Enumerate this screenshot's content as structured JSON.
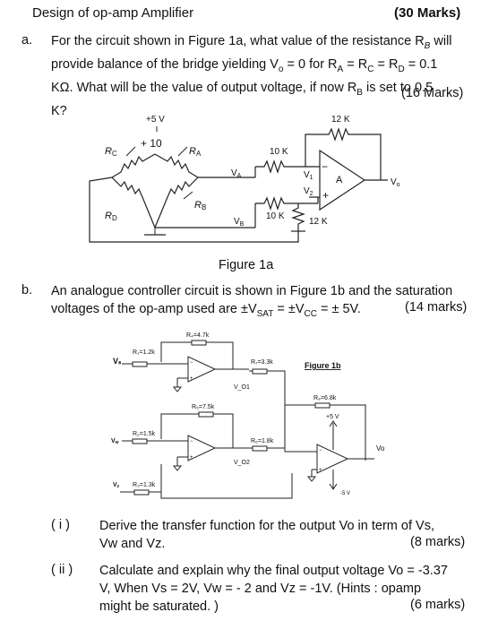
{
  "header": {
    "title": "Design of op-amp Amplifier",
    "marks": "(30 Marks)"
  },
  "part_a": {
    "label": "a.",
    "lines": [
      "For the circuit shown in Figure 1a, what value of the resistance R",
      "provide balance of the bridge yielding V",
      "KΩ. What will be the value of output voltage, if now R",
      "K?"
    ],
    "line1_end": " will",
    "line1_sub": "B",
    "line2_mid": " = 0 for R",
    "line2_eq": " = R",
    "line2_eq2": " = R",
    "line2_end": " = 0.1",
    "line2_sub_o": "o",
    "line2_sub_a": "A",
    "line2_sub_c": "C",
    "line2_sub_d": "D",
    "line3_sub": "B",
    "line3_end": " is set to 0.5",
    "marks": "(16 Marks)"
  },
  "figure1a": {
    "caption": "Figure 1a",
    "supply": "+5 V",
    "delta": "+ 10",
    "rc": "R",
    "rc_sub": "C",
    "ra": "R",
    "ra_sub": "A",
    "rd": "R",
    "rd_sub": "D",
    "rb": "R",
    "rb_sub": "B",
    "va": "V",
    "va_sub": "A",
    "vb": "V",
    "vb_sub": "B",
    "r10k_top": "10 K",
    "r10k_bot": "10 K",
    "r12k_top": "12 K",
    "r12k_bot": "12 K",
    "v1": "V",
    "v1_sub": "1",
    "v2": "V",
    "v2_sub": "2",
    "amp": "A",
    "minus": "−",
    "plus": "+",
    "vo": "V",
    "vo_sub": "o"
  },
  "part_b": {
    "label": "b.",
    "line1": "An analogue controller circuit is shown in Figure 1b and the saturation",
    "line2_a": "voltages of the op-amp used are ±V",
    "line2_sub1": "SAT",
    "line2_b": " = ±V",
    "line2_sub2": "CC",
    "line2_c": " = ± 5V.",
    "marks": "(14 marks)"
  },
  "figure1b": {
    "title": "Figure 1b",
    "r4": "R₄=4.7k",
    "r1": "R₁=1.2k",
    "r2": "R₂=1.5k",
    "r3": "R₃=1.3k",
    "r5": "R₅=7.5k",
    "r7": "R₇=3.3k",
    "r6": "R₆=1.8k",
    "r8": "R₈=6.8k",
    "vs": "Vₛ",
    "vw": "V_w",
    "vz": "V_z",
    "vo1": "V_O1",
    "vo2": "V_O2",
    "vo": "Vo",
    "pos": "+5 V",
    "neg": "-5 V"
  },
  "sub_i": {
    "label": "( i )",
    "line1": "Derive the transfer function for the output Vo in term of Vs,",
    "line2": "Vw and Vz.",
    "marks": "(8 marks)"
  },
  "sub_ii": {
    "label": "( ii )",
    "line1": "Calculate and explain why the final output voltage Vo = -3.37",
    "line2": "V, When  Vs = 2V,  Vw = - 2  and Vz = -1V. (Hints : opamp",
    "line3": "might be saturated. )",
    "marks": "(6 marks)"
  }
}
